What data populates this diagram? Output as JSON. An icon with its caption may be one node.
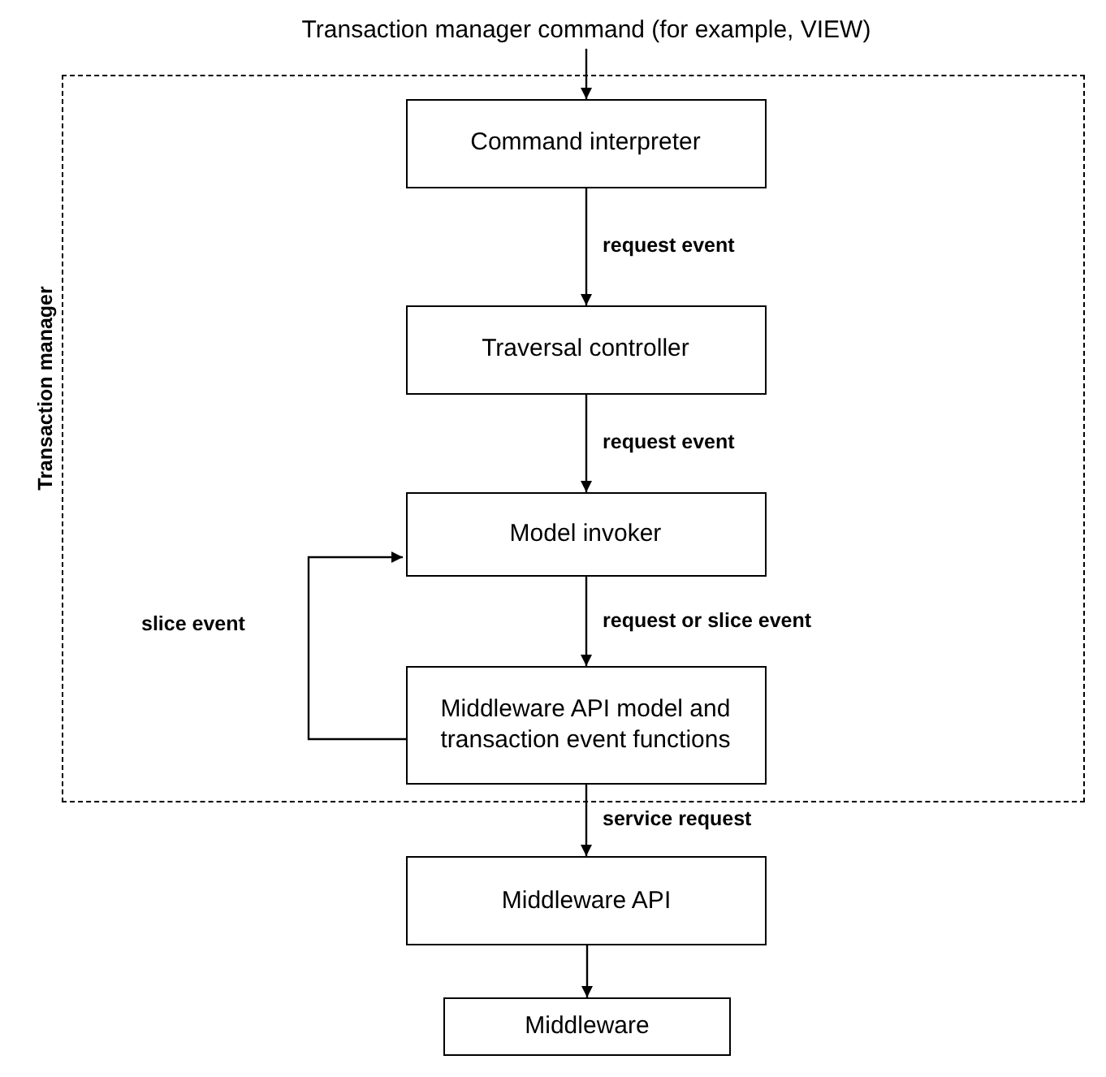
{
  "diagram": {
    "nodes": [
      {
        "text": [
          "Transaction manager command (for example, VIEW)"
        ]
      },
      {
        "text": [
          "Transaction manager"
        ]
      },
      {
        "text": [
          "Command interpreter"
        ],
        "in": 1
      },
      {
        "text": [
          "Traversal controller"
        ],
        "in": 1
      },
      {
        "text": [
          "Model invoker"
        ],
        "in": 1
      },
      {
        "text": [
          "Middleware API model and transaction event functions"
        ],
        "in": 1
      },
      {
        "text": [
          "Middleware API"
        ]
      },
      {
        "text": [
          "Middleware"
        ]
      }
    ],
    "edges": [
      {
        "from": 0,
        "to": 2,
        "arrow": "to"
      },
      {
        "from": 2,
        "to": 3,
        "arrow": "to",
        "label": "request event"
      },
      {
        "from": 3,
        "to": 4,
        "arrow": "to",
        "label": "request event"
      },
      {
        "from": 4,
        "to": 5,
        "arrow": "to",
        "label": "request or slice event"
      },
      {
        "from": 5,
        "to": 4,
        "arrow": "to",
        "label": "slice event"
      },
      {
        "from": 5,
        "to": 6,
        "arrow": "to",
        "label": "service request"
      },
      {
        "from": 6,
        "to": 7,
        "arrow": "to"
      }
    ]
  }
}
